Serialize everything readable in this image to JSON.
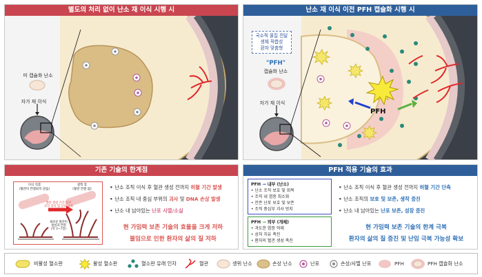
{
  "top_left": {
    "header": "별도의 처리 없이 난소 재 이식 시행 시",
    "label_nonencap": "미 캡슐화 난소",
    "label_autograft": "자가 재 이식"
  },
  "top_right": {
    "header": "난소 재 이식 이전 PFH 캡슐화 시행 시",
    "features": [
      "국소적 물질 전달",
      "생체 적합성",
      "환자 맞춤형"
    ],
    "pfh_quote": "\"PFH\"",
    "label_encap": "캡슐화 난소",
    "label_autograft": "자가 재 이식",
    "pfh_center": "PFH"
  },
  "bottom_left": {
    "header": "기존 기술의 한계점",
    "fig_label_a": "이식 직후\n(혈관이 연결되지 않음)",
    "fig_label_b": "생착 후\n(혈관 연결 됨)",
    "fig_arrow_label": "혈관 생성 기간 동안\n조직 괴사 및 난포 소실",
    "fig_note": "새로운 혈관이\n생성과 연결\n(약 3~7일)",
    "bullets": [
      {
        "pre": "난소 조직 이식 후 혈관 생성 전까지 ",
        "hl": "허혈 기간 발생",
        "post": "",
        "hl2": "",
        "post2": ""
      },
      {
        "pre": "난소 조직 내 중심 부위의 ",
        "hl": "괴사",
        "post": " 및 ",
        "hl2": "DNA 손상 발생",
        "post2": ""
      },
      {
        "pre": "난소 내 남아있는 ",
        "hl": "난포 사멸/소실",
        "post": "",
        "hl2": "",
        "post2": ""
      }
    ],
    "conclusion1": "현 가임력 보존 기술의 효율을 크게 저하",
    "conclusion2": "불임으로 인한 환자의 삶의 질 저하"
  },
  "bottom_right": {
    "header": "PFH 적용 기술의 효과",
    "box1_title_a": "PFH",
    "box1_title_b": "내부 (난소)",
    "box1_items": [
      "난소 조직 보호 및 회복",
      "조직 내 염증 최소화",
      "잔존 난포 보호 및 보존",
      "조직 중심부 괴사 방지"
    ],
    "box2_title_a": "PFH",
    "box2_title_b": "외부 (개체)",
    "box2_items": [
      "과도한 염증 억제",
      "상처 치유 촉진",
      "환자의 혈관 생성 촉진"
    ],
    "bullets": [
      {
        "pre": "난소 조직 이식 후 혈관 생성 전까지 ",
        "hl": "허혈 기간 단축",
        "post": ""
      },
      {
        "pre": "난소 조직의 ",
        "hl": "보호 및 보존, 생착 증진",
        "post": ""
      },
      {
        "pre": "난소 내 남아있는 ",
        "hl": "난포 보존, 성장 증진",
        "post": ""
      }
    ],
    "conclusion1": "현 가임력 보존 기술의 한계 극복",
    "conclusion2": "환자의 삶의 질 증진 및 난임 극복 가능성 확보"
  },
  "legend": [
    {
      "key": "inactive-platelet",
      "label": "비활성 혈소판"
    },
    {
      "key": "active-platelet",
      "label": "활성 혈소판"
    },
    {
      "key": "growth-factor",
      "label": "혈소판 유래 인자"
    },
    {
      "key": "vessel",
      "label": "혈관"
    },
    {
      "key": "healthy-ovary",
      "label": "생위 난소"
    },
    {
      "key": "damaged-ovary",
      "label": "손상 난소"
    },
    {
      "key": "follicle",
      "label": "난포"
    },
    {
      "key": "damaged-follicle",
      "label": "손상/사멸 난포"
    },
    {
      "key": "pfh",
      "label": "PFH"
    },
    {
      "key": "pfh-ovary",
      "label": "PFH 캡슐화 난소"
    }
  ],
  "colors": {
    "red_header": "#c9454f",
    "blue_header": "#2f5f9a",
    "tissue": "#f5e9cc",
    "damaged": "#dcc089",
    "vessel": "#e0282c"
  }
}
